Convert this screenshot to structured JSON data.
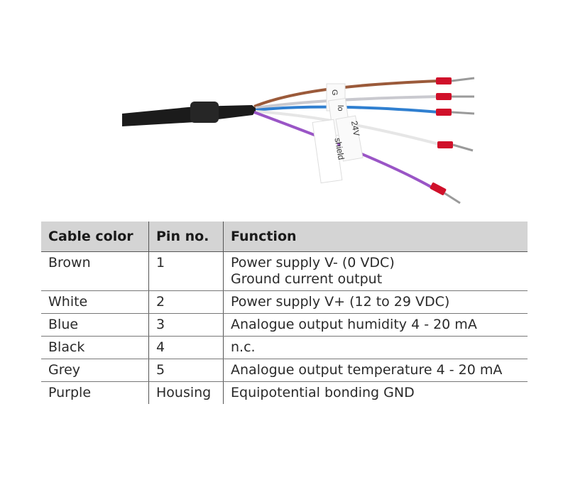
{
  "figure": {
    "labels": [
      "G",
      "lo",
      "24V",
      "shield"
    ]
  },
  "colors": {
    "brown": "#9b5a3a",
    "white": "#f2f2f2",
    "grey": "#c9c9cf",
    "blue": "#2f7fd0",
    "purple": "#9a55c6",
    "ferrule": "#d0102a",
    "jacket": "#1b1b1b"
  },
  "table": {
    "headers": [
      "Cable color",
      "Pin no.",
      "Function"
    ],
    "rows": [
      {
        "color": "Brown",
        "pin": "1",
        "function": [
          "Power supply V- (0 VDC)",
          "Ground current output"
        ]
      },
      {
        "color": "White",
        "pin": "2",
        "function": [
          "Power supply V+ (12 to 29 VDC)"
        ]
      },
      {
        "color": "Blue",
        "pin": "3",
        "function": [
          "Analogue output humidity 4 - 20 mA"
        ]
      },
      {
        "color": "Black",
        "pin": "4",
        "function": [
          "n.c."
        ]
      },
      {
        "color": "Grey",
        "pin": "5",
        "function": [
          "Analogue output temperature 4 - 20 mA"
        ]
      },
      {
        "color": "Purple",
        "pin": "Housing",
        "function": [
          "Equipotential bonding GND"
        ]
      }
    ]
  }
}
